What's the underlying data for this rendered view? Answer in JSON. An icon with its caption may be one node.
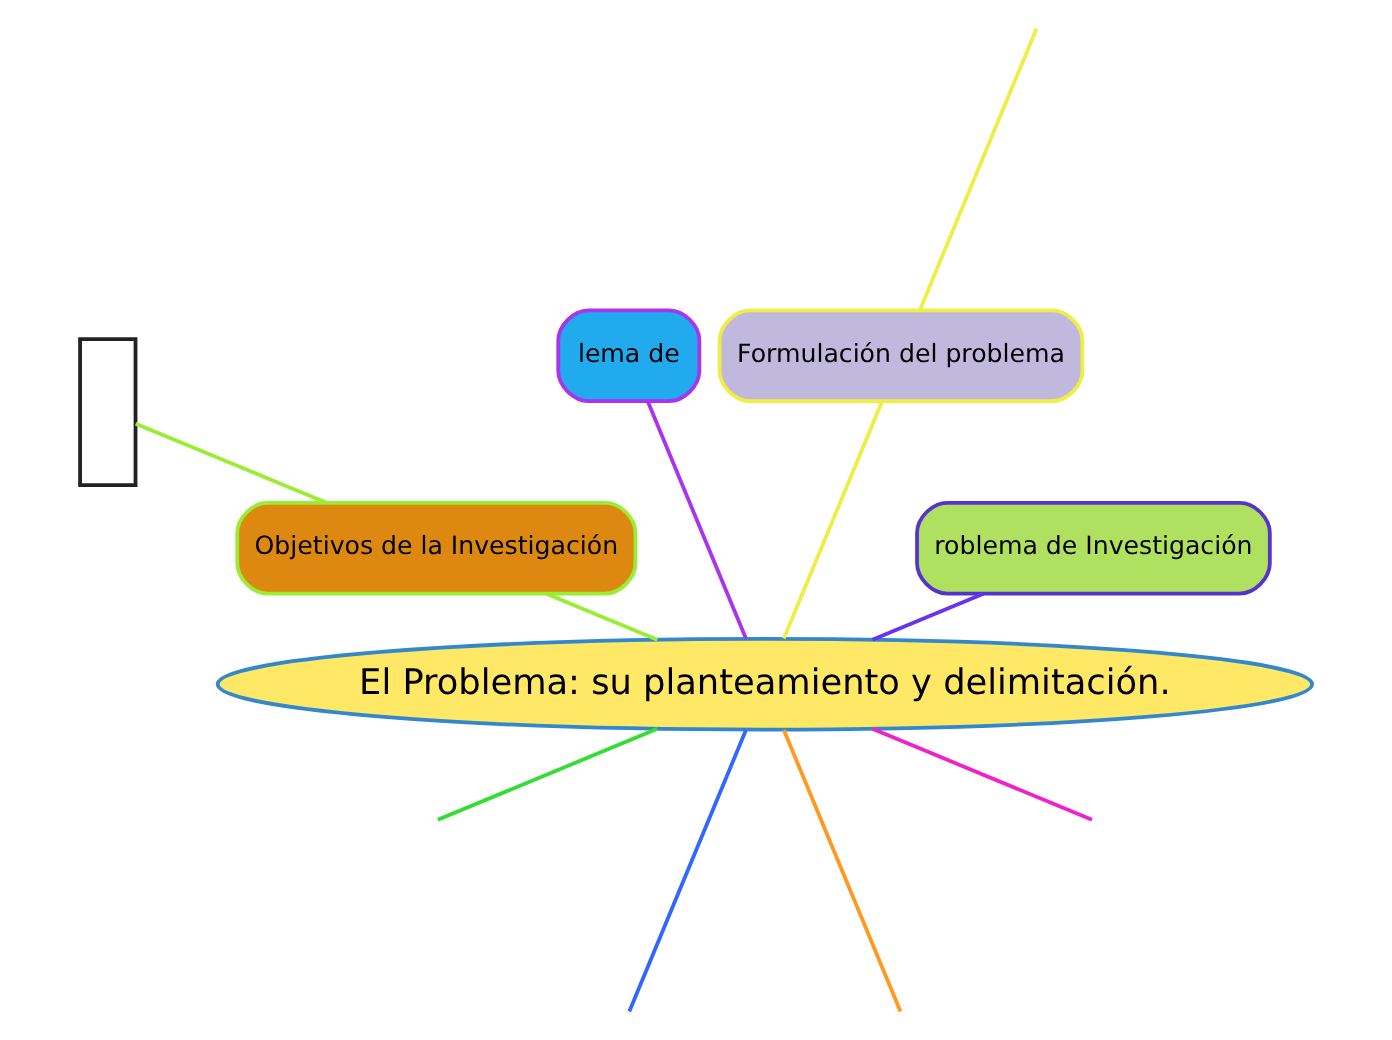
{
  "diagram": {
    "nodes": [
      {
        "text": [
          "El Problema: su planteamiento y delimitación."
        ]
      },
      {
        "text": [
          "roblema de Investigación"
        ]
      },
      {
        "text": [
          "Formulación del problema"
        ]
      },
      {
        "text": [
          "lema de"
        ]
      },
      {
        "text": [
          "Objetivos de la Investigación"
        ]
      },
      {
        "text": [],
        "shape": "box"
      }
    ],
    "edges": [
      {
        "from": 0,
        "to": null,
        "arrow": "none",
        "color": "#3366ff"
      },
      {
        "from": 0,
        "to": null,
        "arrow": "none",
        "color": "#ff9922"
      },
      {
        "from": 0,
        "to": 1,
        "arrow": "none",
        "color": "#6633ee"
      },
      {
        "from": 0,
        "to": 2,
        "arrow": "none",
        "color": "#eeee44"
      },
      {
        "from": 0,
        "to": 3,
        "arrow": "none",
        "color": "#aa33ee"
      },
      {
        "from": 0,
        "to": 4,
        "arrow": "none",
        "color": "#99ee33"
      },
      {
        "from": 0,
        "to": null,
        "arrow": "none",
        "color": "#ee22cc"
      },
      {
        "from": 0,
        "to": null,
        "arrow": "none",
        "color": "#33dd33"
      },
      {
        "from": 2,
        "to": null,
        "arrow": "none",
        "color": "#eeee44"
      },
      {
        "from": 4,
        "to": 5,
        "arrow": "none",
        "color": "#99ee33"
      }
    ]
  }
}
